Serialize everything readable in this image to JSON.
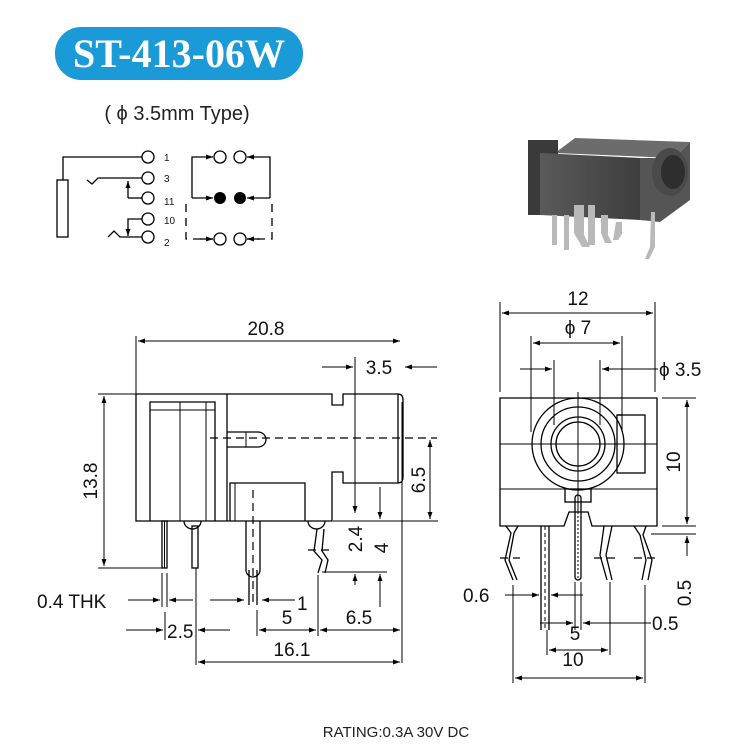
{
  "header": {
    "model": "ST-413-06W",
    "subtitle": "( ϕ 3.5mm Type)",
    "accent_color": "#1b9ad8"
  },
  "schematic": {
    "pins": [
      "1",
      "3",
      "11",
      "10",
      "2"
    ]
  },
  "side_view": {
    "dims": {
      "length": "20.8",
      "front": "3.5",
      "height": "13.8",
      "center_height": "6.5",
      "pin_a": "2.4",
      "pin_b": "4",
      "thickness": "0.4 THK",
      "pin_width": "1",
      "pitch_a": "2.5",
      "pitch_b": "5",
      "pitch_c": "6.5",
      "pin_span": "16.1"
    }
  },
  "front_view": {
    "dims": {
      "width": "12",
      "outer_dia": "ϕ 7",
      "inner_dia": "ϕ 3.5",
      "height": "10",
      "offset": "0.5",
      "pin_left": "0.6",
      "pin_right": "0.5",
      "pitch": "5",
      "span": "10"
    }
  },
  "footer": {
    "rating": "RATING:0.3A 30V DC"
  }
}
